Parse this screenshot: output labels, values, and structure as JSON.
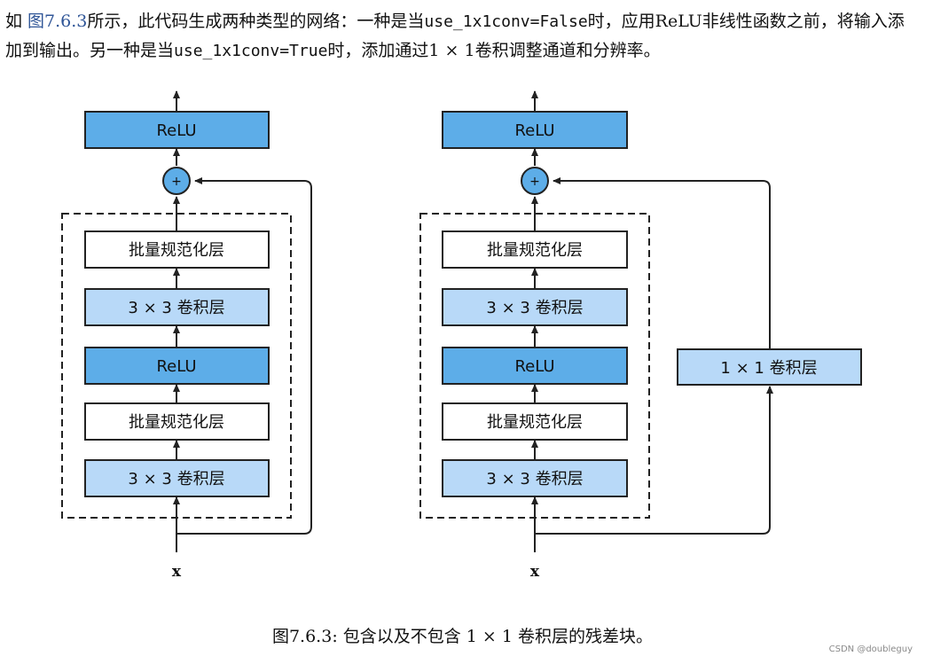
{
  "paragraph": {
    "p1": "如 ",
    "link": "图7.6.3",
    "p2": "所示，此代码生成两种类型的网络：一种是当",
    "code1": "use_1x1conv=False",
    "p3": "时，应用ReLU非线性函数之前，将输入添加到输出。另一种是当",
    "code2": "use_1x1conv=True",
    "p4": "时，添加通过",
    "math": "1 × 1",
    "p5": "卷积调整通道和分辨率。"
  },
  "diagram": {
    "left": {
      "relu_top": "ReLU",
      "plus": "+",
      "bn_upper": "批量规范化层",
      "conv_upper": "3 × 3 卷积层",
      "relu_mid": "ReLU",
      "bn_lower": "批量规范化层",
      "conv_lower": "3 × 3 卷积层",
      "input": "x"
    },
    "right": {
      "relu_top": "ReLU",
      "plus": "+",
      "bn_upper": "批量规范化层",
      "conv_upper": "3 × 3 卷积层",
      "relu_mid": "ReLU",
      "bn_lower": "批量规范化层",
      "conv_lower": "3 × 3 卷积层",
      "shortcut_conv": "1 × 1 卷积层",
      "input": "x"
    },
    "colors": {
      "relu_fill": "#5dade8",
      "conv_fill": "#b8d9f8",
      "bn_fill": "#ffffff",
      "plus_fill": "#5dade8",
      "stroke": "#222222"
    }
  },
  "caption": {
    "prefix": "图7.6.3: 包含以及不包含 ",
    "math": "1 × 1",
    "suffix": " 卷积层的残差块。"
  },
  "watermark": "CSDN @doubleguy"
}
